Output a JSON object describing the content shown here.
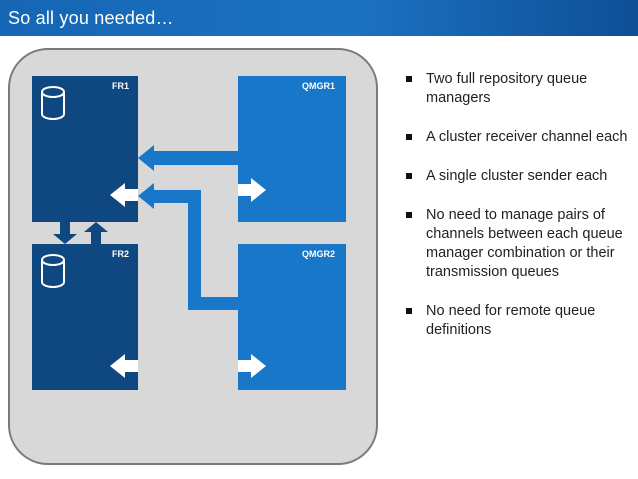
{
  "header": {
    "title": "So all you needed…"
  },
  "queue_managers": {
    "fr1": {
      "label": "FR1"
    },
    "fr2": {
      "label": "FR2"
    },
    "qmgr1": {
      "label": "QMGR1"
    },
    "qmgr2": {
      "label": "QMGR2"
    }
  },
  "bullets": [
    "Two full repository queue managers",
    "A cluster receiver channel each",
    "A single cluster sender each",
    "No need to manage pairs of channels between each queue manager combination or their transmission queues",
    "No need for remote queue definitions"
  ],
  "colors": {
    "header": "#1566b4",
    "full_repository": "#0f4780",
    "queue_manager": "#1877c8",
    "channel_arrow": "#1877c8",
    "receiver_arrow": "#ffffff",
    "cluster_background": "#d8d8d8"
  }
}
